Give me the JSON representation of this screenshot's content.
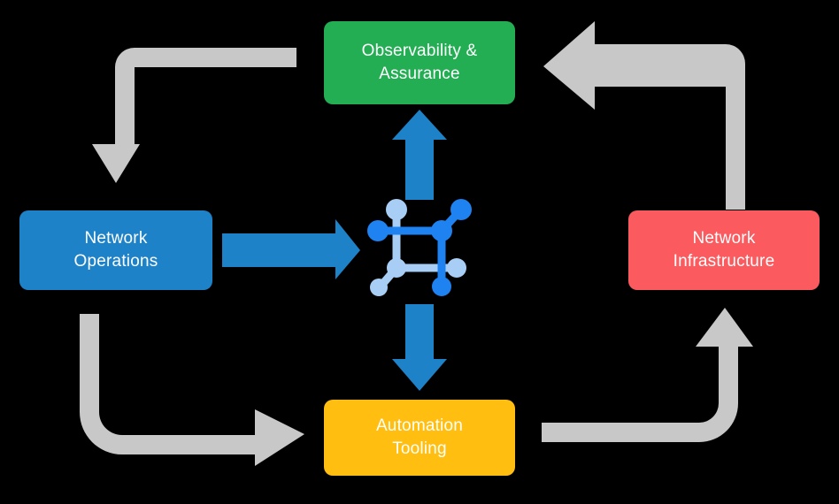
{
  "diagram": {
    "title": "Network automation lifecycle loop",
    "background_color": "#000000",
    "center": {
      "icon_name": "network-topology-icon",
      "primary_color": "#1E82F0",
      "secondary_color": "#A8CEF5"
    },
    "boxes": [
      {
        "id": "observability",
        "label": "Observability &\nAssurance",
        "color": "#23AE53",
        "text_color": "#FFFFFF",
        "position": "top"
      },
      {
        "id": "network-operations",
        "label": "Network\nOperations",
        "color": "#1E82C8",
        "text_color": "#FFFFFF",
        "position": "left"
      },
      {
        "id": "network-infrastructure",
        "label": "Network\nInfrastructure",
        "color": "#FB5A5E",
        "text_color": "#FFFFFF",
        "position": "right"
      },
      {
        "id": "automation-tooling",
        "label": "Automation\nTooling",
        "color": "#FFBE10",
        "text_color": "#FFFFFF",
        "position": "bottom"
      }
    ],
    "arrows": [
      {
        "id": "operations-to-center",
        "color": "#1E82C8",
        "direction": "right",
        "from": "network-operations",
        "to": "center"
      },
      {
        "id": "center-to-observability",
        "color": "#1E82C8",
        "direction": "up",
        "from": "center",
        "to": "observability"
      },
      {
        "id": "center-to-automation",
        "color": "#1E82C8",
        "direction": "down",
        "from": "center",
        "to": "automation-tooling"
      },
      {
        "id": "observability-to-operations",
        "color": "#C8C8C8",
        "direction": "down",
        "from": "observability",
        "to": "network-operations"
      },
      {
        "id": "infrastructure-to-observability",
        "color": "#C8C8C8",
        "direction": "left",
        "from": "network-infrastructure",
        "to": "observability"
      },
      {
        "id": "operations-to-automation",
        "color": "#C8C8C8",
        "direction": "right",
        "from": "network-operations",
        "to": "automation-tooling"
      },
      {
        "id": "automation-to-infrastructure",
        "color": "#C8C8C8",
        "direction": "up",
        "from": "automation-tooling",
        "to": "network-infrastructure"
      }
    ]
  }
}
